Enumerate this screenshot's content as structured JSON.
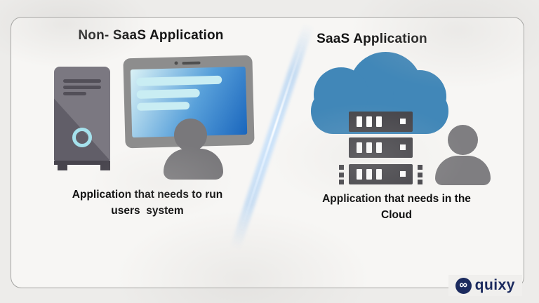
{
  "left_panel": {
    "title": "Non- SaaS Application",
    "caption_line1": "Application that needs to run",
    "caption_line2": "users  system"
  },
  "right_panel": {
    "title": "SaaS Application",
    "caption_line1": "Application that needs in the",
    "caption_line2": "Cloud"
  },
  "branding": {
    "logo_text": "quixy"
  },
  "icons": {
    "logo_infinity": "∞"
  },
  "colors": {
    "cloud_blue": "#4187b8",
    "screen_gradient_start": "#daf2f6",
    "screen_gradient_end": "#1a66bd",
    "screen_bar_cyan": "#c9edf3",
    "power_ring_cyan": "#a5e1ec",
    "device_gray": "#7b7881",
    "server_dark": "#46454a",
    "person_gray": "#79787b",
    "brand_navy": "#1b2a5e",
    "divider_blue": "#8dbef0",
    "card_background": "#f7f6f4",
    "page_background": "#edecea"
  }
}
